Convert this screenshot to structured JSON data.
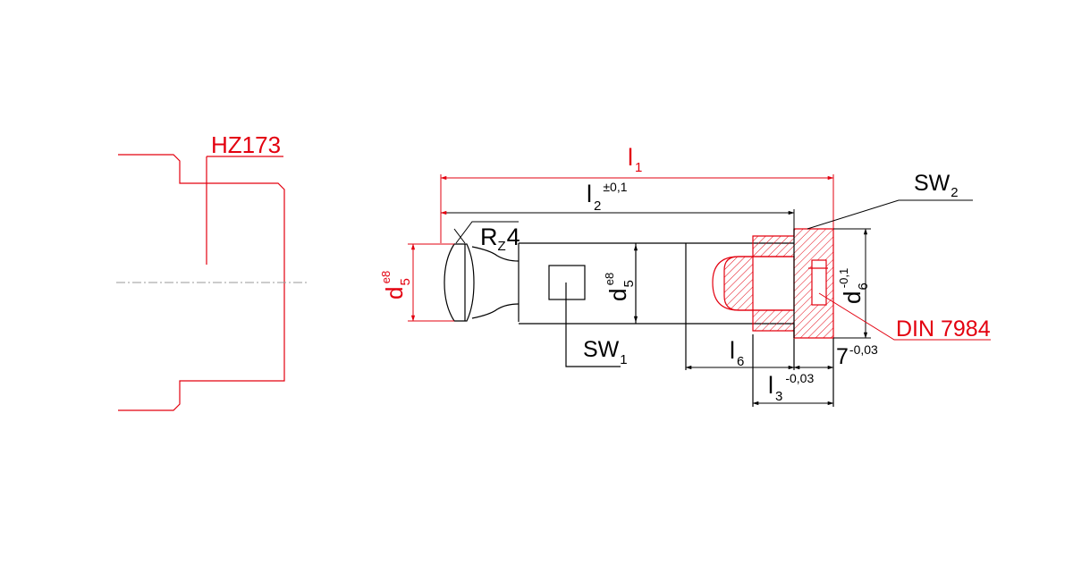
{
  "colors": {
    "line": "#000000",
    "accent": "#e3000f",
    "background": "#ffffff"
  },
  "labels": {
    "hz173": "HZ173",
    "din": "DIN 7984",
    "l1": {
      "main": "l",
      "sub": "1"
    },
    "l2": {
      "main": "l",
      "sub": "2",
      "tol": "±0,1"
    },
    "l3": {
      "main": "l",
      "sub": "3",
      "tol": "-0,03"
    },
    "l6": {
      "main": "l",
      "sub": "6"
    },
    "seven": {
      "main": "7",
      "tol": "-0,03"
    },
    "sw1": {
      "main": "SW",
      "sub": "1"
    },
    "sw2": {
      "main": "SW",
      "sub": "2"
    },
    "rz": {
      "main": "R",
      "sub": "Z",
      "value": "4"
    },
    "d5_left": {
      "main": "d",
      "sub": "5",
      "tol": "e8"
    },
    "d5_inner": {
      "main": "d",
      "sub": "5",
      "tol": "e8"
    },
    "d6": {
      "main": "d",
      "sub": "6",
      "tol": "-0,1"
    }
  }
}
